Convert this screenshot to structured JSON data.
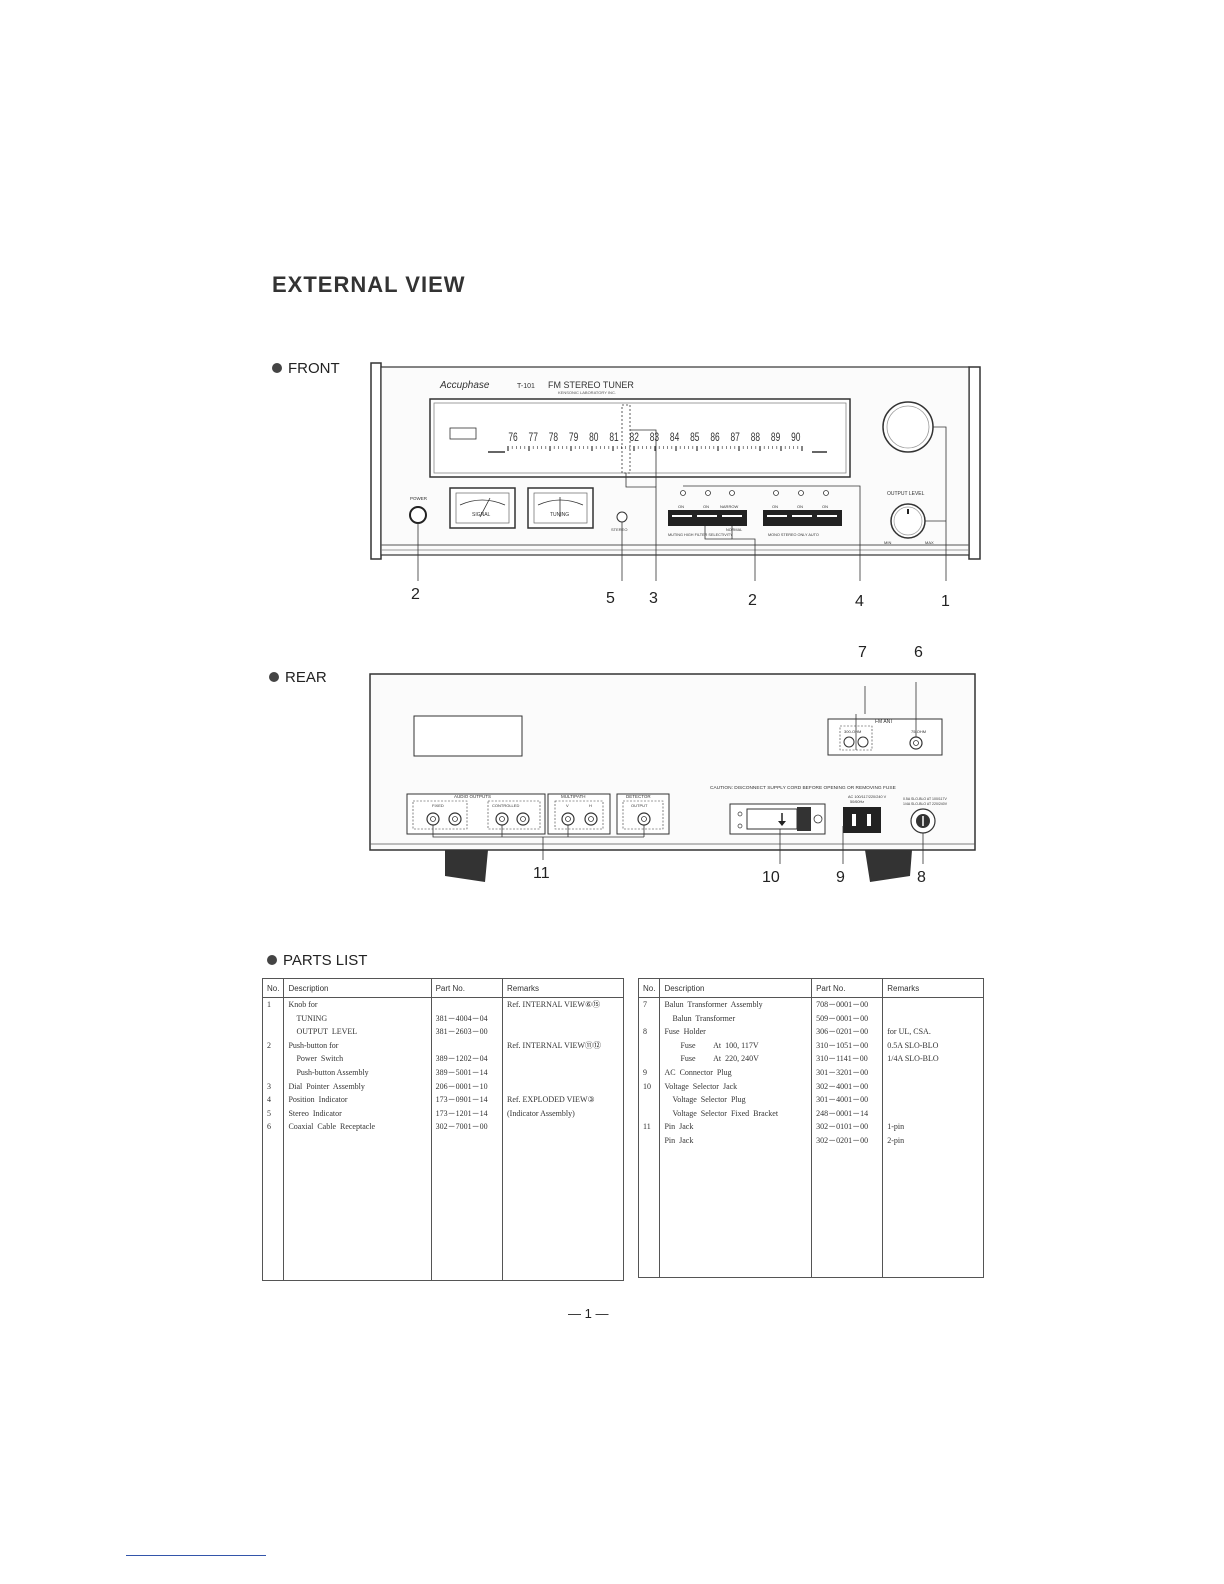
{
  "title": "EXTERNAL  VIEW",
  "sections": {
    "front": "FRONT",
    "rear": "REAR",
    "parts": "PARTS  LIST"
  },
  "front": {
    "brand": "Accuphase",
    "model": "T-101",
    "product": "FM STEREO TUNER",
    "maker": "KENSONIC LABORATORY INC.",
    "dial_numbers": [
      "76",
      "77",
      "78",
      "79",
      "80",
      "81",
      "82",
      "83",
      "84",
      "85",
      "86",
      "87",
      "88",
      "89",
      "90"
    ],
    "signal_meter": "SIGNAL",
    "tuning_meter": "TUNING",
    "power": "POWER",
    "stereo": "STEREO",
    "output_level": "OUTPUT LEVEL",
    "min": "MIN",
    "max": "MAX",
    "switch_on1": "ON",
    "switch_on2": "ON",
    "switch_narrow": "NARROW",
    "switch_normal": "NORMAL",
    "switch_group1": "MUTING  HIGH FILTER  SELECTIVITY",
    "switch_on4": "ON",
    "switch_on5": "ON",
    "switch_on6": "ON",
    "switch_group2": "MONO  STEREO ONLY  AUTO",
    "callouts": [
      "2",
      "5",
      "3",
      "2",
      "4",
      "1"
    ]
  },
  "rear": {
    "fm_ant": "FM  ANT",
    "ant_300": "300-OHM",
    "ant_75": "75-OHM",
    "audio_outputs": "AUDIO OUTPUTS",
    "fixed": "FIXED",
    "controlled": "CONTROLLED",
    "multipath": "MULTIPATH",
    "mp_v": "V",
    "mp_h": "H",
    "detector": "DETECTOR",
    "detector_output": "OUTPUT",
    "caution": "CAUTION: DISCONNECT  SUPPLY CORD  BEFORE OPENING OR  REMOVING FUSE",
    "ac_rating": "AC 100/117/220/240 V",
    "ac_freq": "50/60Hz",
    "fuse_note1": "0.5A SLO-BLO AT 100/117V",
    "fuse_note2": "1/4A SLO-BLO AT 220/240V",
    "callouts_top": [
      "7",
      "6"
    ],
    "callouts_bottom": [
      "11",
      "10",
      "9",
      "8"
    ]
  },
  "parts_headers": {
    "no": "No.",
    "desc": "Description",
    "part": "Part  No.",
    "remarks": "Remarks"
  },
  "parts_left": [
    {
      "no": "1",
      "desc": "Knob for",
      "part": "",
      "remarks": "Ref. INTERNAL  VIEW⑥⑮",
      "indent": 0
    },
    {
      "no": "",
      "desc": "TUNING",
      "part": "381－4004－04",
      "remarks": "",
      "indent": 1
    },
    {
      "no": "",
      "desc": "OUTPUT  LEVEL",
      "part": "381－2603－00",
      "remarks": "",
      "indent": 1
    },
    {
      "no": "2",
      "desc": "Push-button for",
      "part": "",
      "remarks": "Ref. INTERNAL  VIEW⑪⑫",
      "indent": 0
    },
    {
      "no": "",
      "desc": "Power  Switch",
      "part": "389－1202－04",
      "remarks": "",
      "indent": 1
    },
    {
      "no": "",
      "desc": "Push-button Assembly",
      "part": "389－5001－14",
      "remarks": "",
      "indent": 1
    },
    {
      "no": "3",
      "desc": "Dial  Pointer  Assembly",
      "part": "206－0001－10",
      "remarks": "",
      "indent": 0
    },
    {
      "no": "4",
      "desc": "Position  Indicator",
      "part": "173－0901－14",
      "remarks": "Ref. EXPLODED  VIEW③",
      "indent": 0
    },
    {
      "no": "5",
      "desc": "Stereo  Indicator",
      "part": "173－1201－14",
      "remarks": "(Indicator  Assembly)",
      "indent": 0
    },
    {
      "no": "6",
      "desc": "Coaxial  Cable  Receptacle",
      "part": "302－7001－00",
      "remarks": "",
      "indent": 0
    }
  ],
  "parts_right": [
    {
      "no": "7",
      "desc": "Balun  Transformer  Assembly",
      "part": "708－0001－00",
      "remarks": "",
      "indent": 0
    },
    {
      "no": "",
      "desc": "Balun  Transformer",
      "part": "509－0001－00",
      "remarks": "",
      "indent": 1
    },
    {
      "no": "8",
      "desc": "Fuse  Holder",
      "part": "306－0201－00",
      "remarks": "for  UL,  CSA.",
      "indent": 0
    },
    {
      "no": "",
      "desc": "Fuse         At  100, 117V",
      "part": "310－1051－00",
      "remarks": "0.5A  SLO-BLO",
      "indent": 2
    },
    {
      "no": "",
      "desc": "Fuse         At  220, 240V",
      "part": "310－1141－00",
      "remarks": "1/4A  SLO-BLO",
      "indent": 2
    },
    {
      "no": "9",
      "desc": "AC  Connector  Plug",
      "part": "301－3201－00",
      "remarks": "",
      "indent": 0
    },
    {
      "no": "10",
      "desc": "Voltage  Selector  Jack",
      "part": "302－4001－00",
      "remarks": "",
      "indent": 0
    },
    {
      "no": "",
      "desc": "Voltage  Selector  Plug",
      "part": "301－4001－00",
      "remarks": "",
      "indent": 1
    },
    {
      "no": "",
      "desc": "Voltage  Selector  Fixed  Bracket",
      "part": "248－0001－14",
      "remarks": "",
      "indent": 1
    },
    {
      "no": "11",
      "desc": "Pin  Jack",
      "part": "302－0101－00",
      "remarks": "1-pin",
      "indent": 0
    },
    {
      "no": "",
      "desc": "Pin  Jack",
      "part": "302－0201－00",
      "remarks": "2-pin",
      "indent": 0
    }
  ],
  "page_number": "— 1 —"
}
